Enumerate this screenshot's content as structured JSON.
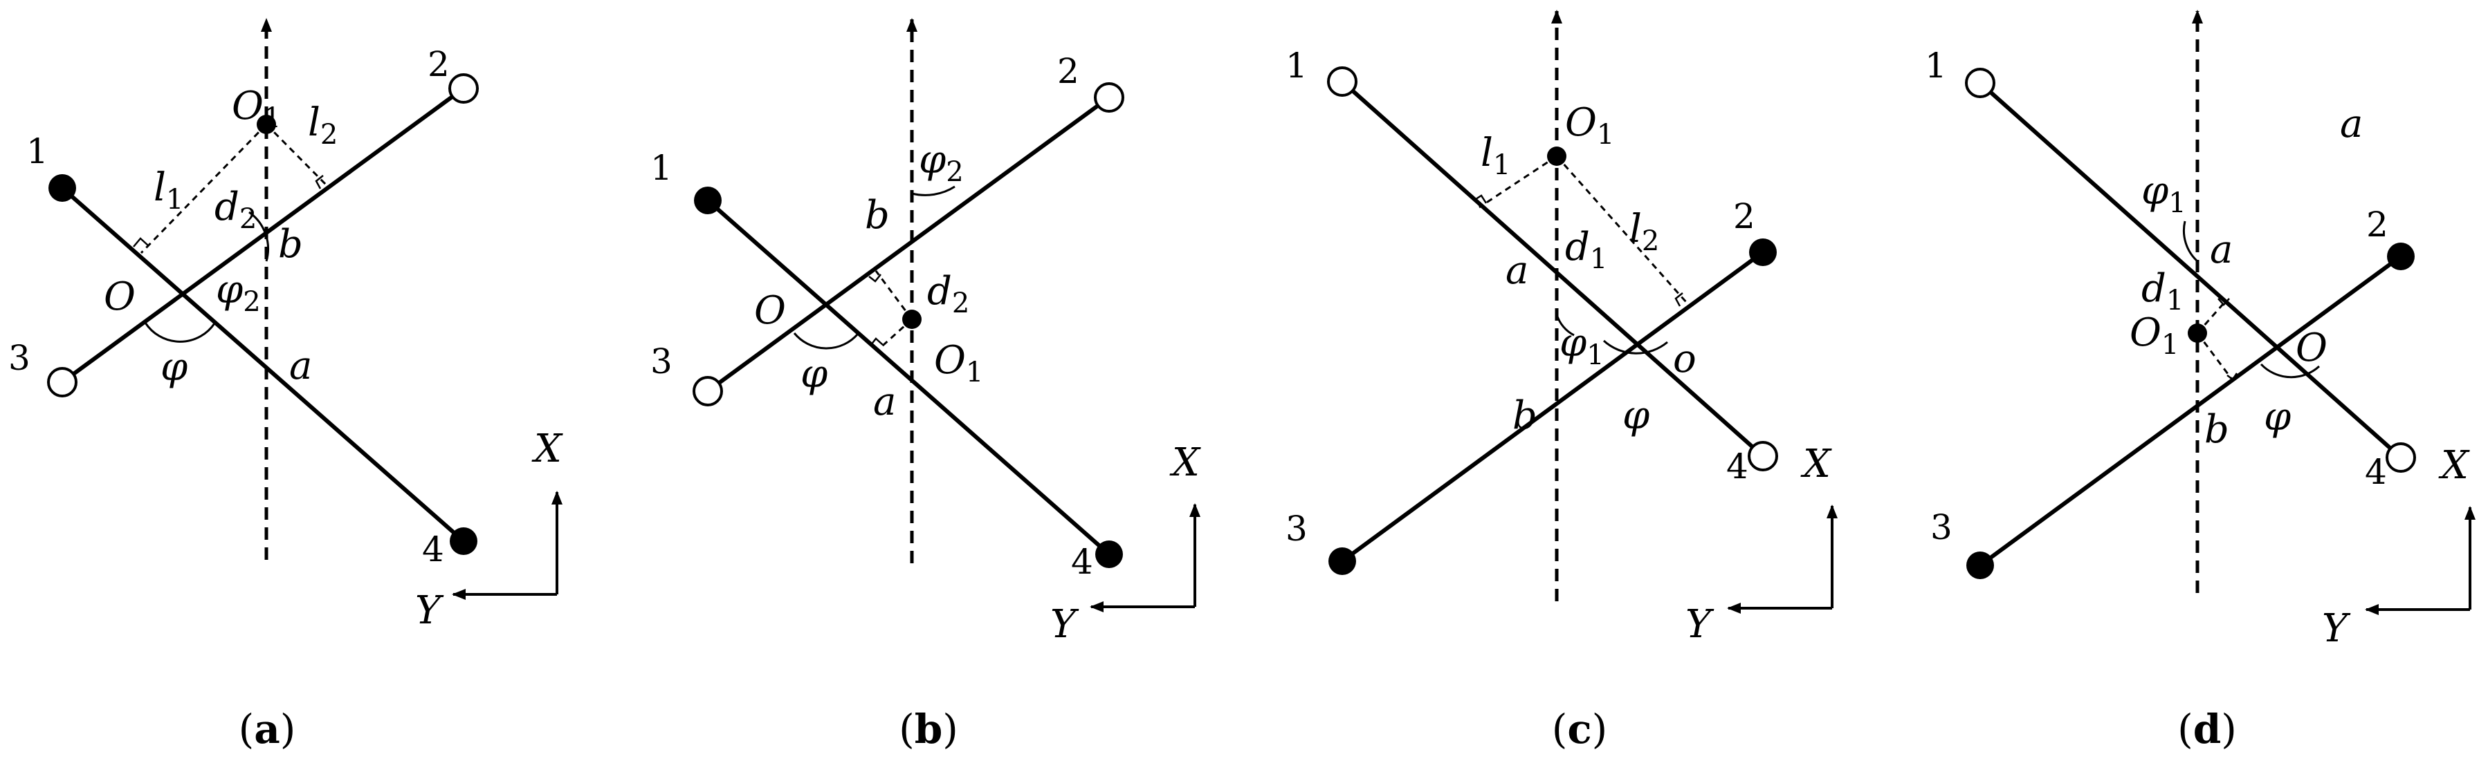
{
  "figure": {
    "panels": [
      {
        "id": "a",
        "caption": {
          "open": "(",
          "letter": "a",
          "close": ")"
        },
        "endpoints": [
          "1",
          "2",
          "3",
          "4"
        ],
        "center_point": "O",
        "offset_point": {
          "base": "O",
          "sub": "1"
        },
        "distances": [
          {
            "base": "l",
            "sub": "1"
          },
          {
            "base": "l",
            "sub": "2"
          },
          {
            "base": "d",
            "sub": "2"
          }
        ],
        "intersections": [
          "a",
          "b"
        ],
        "angles": [
          {
            "base": "φ",
            "sub": ""
          },
          {
            "base": "φ",
            "sub": "2"
          }
        ],
        "axes": {
          "x": "X",
          "y": "Y"
        }
      },
      {
        "id": "b",
        "caption": {
          "open": "(",
          "letter": "b",
          "close": ")"
        },
        "endpoints": [
          "1",
          "2",
          "3",
          "4"
        ],
        "center_point": "O",
        "offset_point": {
          "base": "O",
          "sub": "1"
        },
        "distances": [
          {
            "base": "d",
            "sub": "2"
          }
        ],
        "intersections": [
          "a",
          "b"
        ],
        "angles": [
          {
            "base": "φ",
            "sub": ""
          },
          {
            "base": "φ",
            "sub": "2"
          }
        ],
        "axes": {
          "x": "X",
          "y": "Y"
        }
      },
      {
        "id": "c",
        "caption": {
          "open": "(",
          "letter": "c",
          "close": ")"
        },
        "endpoints": [
          "1",
          "2",
          "3",
          "4"
        ],
        "center_point": "o",
        "offset_point": {
          "base": "O",
          "sub": "1"
        },
        "distances": [
          {
            "base": "l",
            "sub": "1"
          },
          {
            "base": "l",
            "sub": "2"
          },
          {
            "base": "d",
            "sub": "1"
          }
        ],
        "intersections": [
          "a",
          "b"
        ],
        "angles": [
          {
            "base": "φ",
            "sub": ""
          },
          {
            "base": "φ",
            "sub": "1"
          }
        ],
        "axes": {
          "x": "X",
          "y": "Y"
        }
      },
      {
        "id": "d",
        "caption": {
          "open": "(",
          "letter": "d",
          "close": ")"
        },
        "endpoints": [
          "1",
          "2",
          "3",
          "4"
        ],
        "center_point": "O",
        "offset_point": {
          "base": "O",
          "sub": "1"
        },
        "distances": [
          {
            "base": "d",
            "sub": "1"
          }
        ],
        "intersections": [
          "a",
          "a",
          "b"
        ],
        "angles": [
          {
            "base": "φ",
            "sub": ""
          },
          {
            "base": "φ",
            "sub": "1"
          }
        ],
        "axes": {
          "x": "X",
          "y": "Y"
        }
      }
    ]
  }
}
